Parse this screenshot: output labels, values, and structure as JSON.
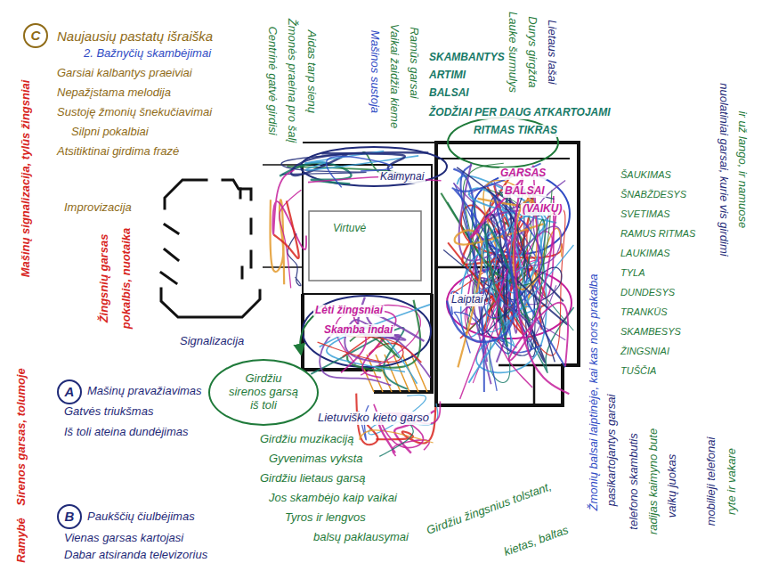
{
  "diagram": {
    "nodes": [
      {
        "text": [
          "C"
        ]
      },
      {
        "text": [
          "Girdžiu sirenos garsą iš toli"
        ]
      },
      {
        "text": [
          "A"
        ]
      },
      {
        "text": [
          "B"
        ]
      }
    ],
    "labels": [
      "Naujausių pastatų išraiška",
      "2. Bažnyčių skambėjimai",
      "Garsiai kalbantys praeiviai",
      "Nepažįstama melodija",
      "Sustoję žmonių šnekučiavimai",
      "Silpni pokalbiai",
      "Atsitiktinai girdima frazė",
      "Improvizacija",
      "Mašinų signalizacija, tylūs žingsniai",
      "Žingsnių garsas",
      "pokalbis, nuotaika",
      "Signalizacija",
      "Mašinų pravažiavimas",
      "Gatvės triukšmas",
      "Iš toli ateina dundėjimas",
      "Sirenos garsas, tolumoje",
      "Paukščių čiulbėjimas",
      "Vienas garsas kartojasi",
      "Dabar atsiranda televizorius",
      "Ramybė",
      "Lietuviško kieto garso",
      "Girdžiu muzikaciją",
      "Gyvenimas vyksta",
      "Girdžiu lietaus garsą",
      "Jos skambėjo kaip vaikai",
      "Tyros ir lengvos",
      "balsų paklausymai",
      "Girdžiu žingsnius tolstant,",
      "kietas, baltas",
      "Centrinė gatvė girdisi",
      "Žmonės praeina pro šalį",
      "Aidas tarp sienų",
      "Mašinos sustoja",
      "Vaikai žaidžia kieme",
      "Ramūs garsai",
      "SKAMBANTYS",
      "ARTIMI",
      "BALSAI",
      "ŽODŽIAI PER DAUG ATKARTOJAMI",
      "RITMAS TIKRAS",
      "Lauke šurmulys",
      "Durys girgžda",
      "Lietaus lašai",
      "ŠAUKIMAS",
      "ŠNABŽDESYS",
      "SVETIMAS",
      "RAMUS RITMAS",
      "LAUKIMAS",
      "TYLA",
      "DUNDESYS",
      "TRANKŪS",
      "SKAMBESYS",
      "ŽINGSNIAI",
      "TUŠČIA",
      "Žmonių balsai laiptinėje, kai kas nors prakalba",
      "pasikartojantys garsai",
      "telefono skambutis",
      "radijas kaimyno bute",
      "vaikų juokas",
      "nuolatiniai garsai, kurie vis girdimi",
      "ir už lango, ir namuose",
      "mobilieji telefonai",
      "ryte ir vakare",
      "Kaimynai",
      "Virtuvė",
      "GARSAS",
      "BALSAI",
      "(VAIKŲ)",
      "Lėti žingsniai",
      "Skamba indai",
      "Laiptai"
    ]
  }
}
